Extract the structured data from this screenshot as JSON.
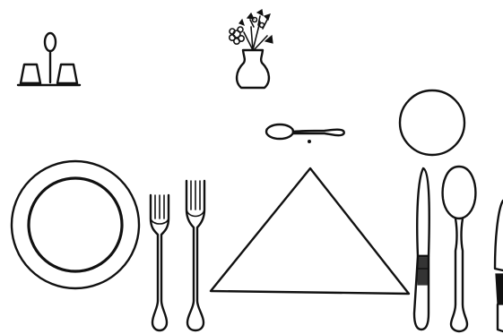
{
  "scene": {
    "items": [
      "salt-and-pepper-shakers",
      "flower-vase",
      "dessert-spoon",
      "bread-plate",
      "dinner-plate",
      "salad-fork",
      "dinner-fork",
      "folded-napkin",
      "knife",
      "soup-spoon",
      "butter-knife-partial"
    ],
    "colors": {
      "ink": "#111111",
      "paper": "#ffffff"
    }
  }
}
